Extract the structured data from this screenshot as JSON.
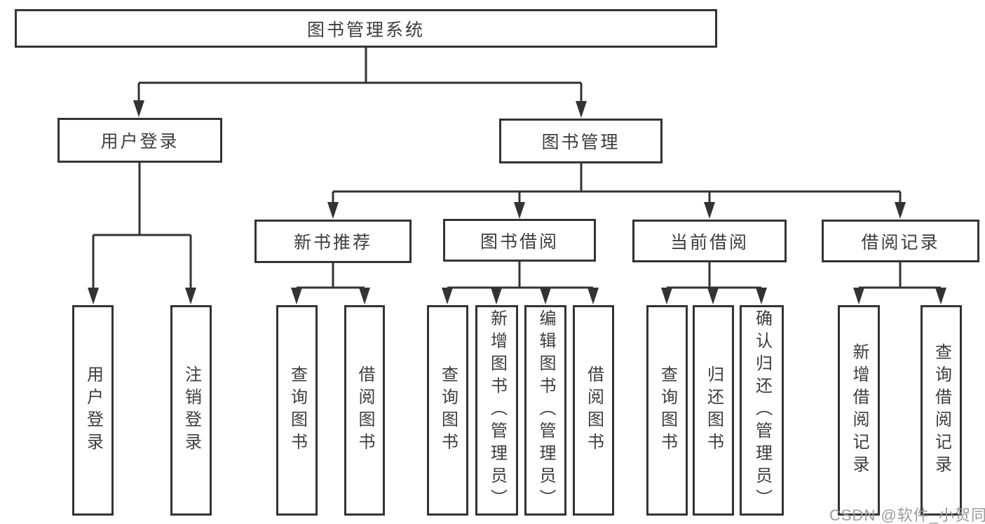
{
  "tree": {
    "root": {
      "label": "图书管理系统"
    },
    "children": [
      {
        "label": "用户登录",
        "children": [
          {
            "label": "用户登录"
          },
          {
            "label": "注销登录"
          }
        ]
      },
      {
        "label": "图书管理",
        "children": [
          {
            "label": "新书推荐",
            "children": [
              {
                "label": "查询图书"
              },
              {
                "label": "借阅图书"
              }
            ]
          },
          {
            "label": "图书借阅",
            "children": [
              {
                "label": "查询图书"
              },
              {
                "label": "新增图书（管理员）"
              },
              {
                "label": "编辑图书（管理员）"
              },
              {
                "label": "借阅图书"
              }
            ]
          },
          {
            "label": "当前借阅",
            "children": [
              {
                "label": "查询图书"
              },
              {
                "label": "归还图书"
              },
              {
                "label": "确认归还（管理员）"
              }
            ]
          },
          {
            "label": "借阅记录",
            "children": [
              {
                "label": "新增借阅记录"
              },
              {
                "label": "查询借阅记录"
              }
            ]
          }
        ]
      }
    ]
  },
  "watermark": {
    "text": "CSDN @软件_小贺同学"
  },
  "colors": {
    "line": "#333333",
    "box_border": "#333333",
    "text": "#3d3d3d",
    "watermark_text": "#9b9b9b",
    "background": "#ffffff"
  }
}
